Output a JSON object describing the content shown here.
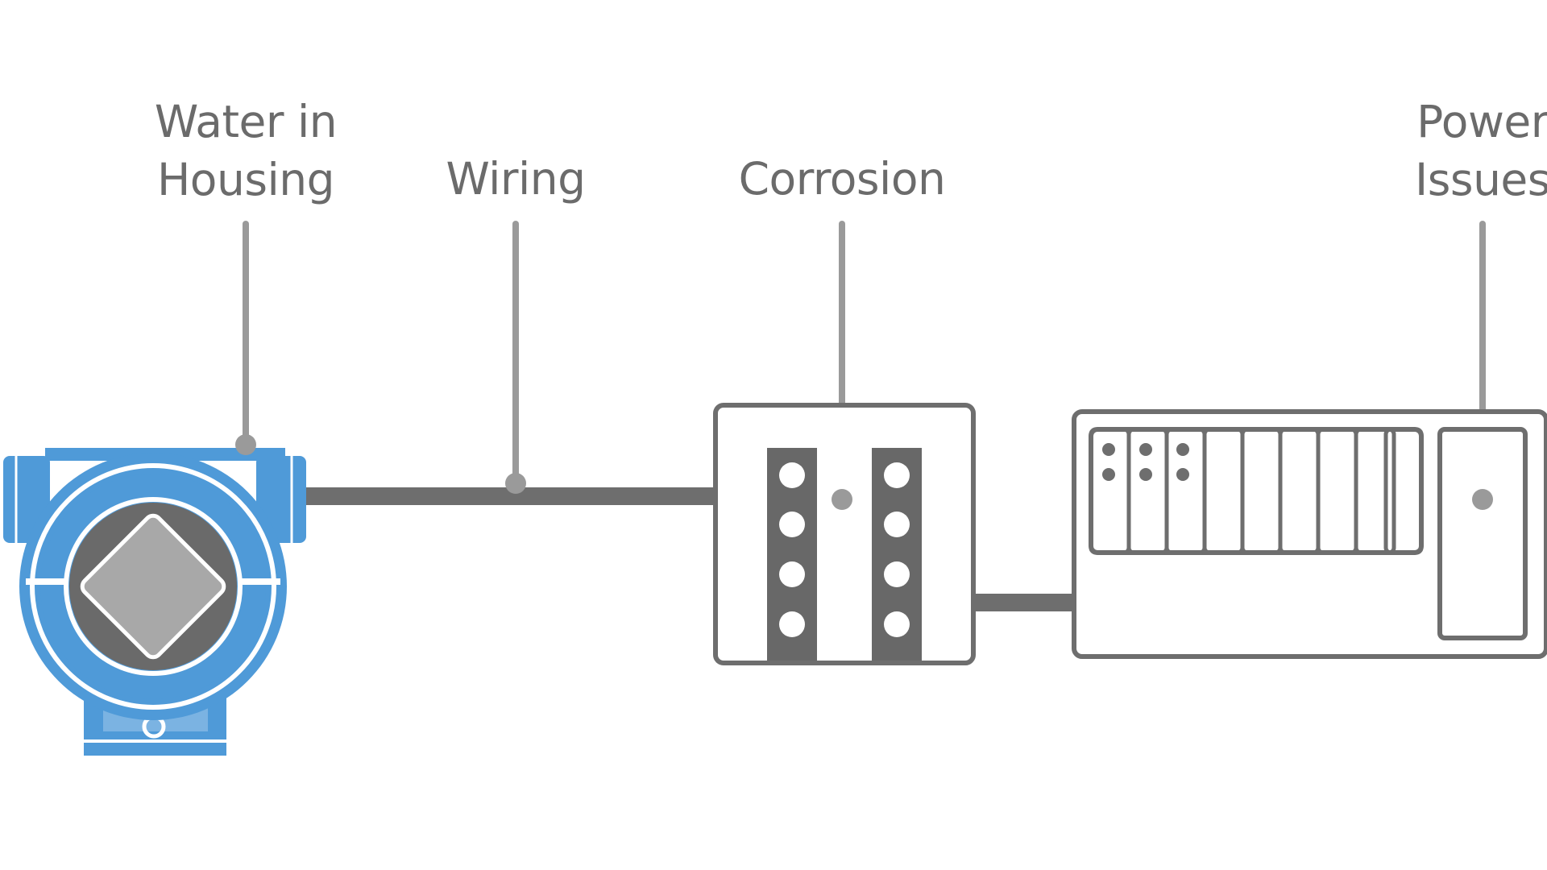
{
  "labels": {
    "water_in_housing": {
      "line1": "Water in",
      "line2": "Housing"
    },
    "wiring": "Wiring",
    "corrosion": "Corrosion",
    "power_issues": {
      "line1": "Power",
      "line2": "Issues"
    }
  },
  "colors": {
    "background": "#ffffff",
    "text": "#6b6b6b",
    "leader_line": "#9a9a9a",
    "cable": "#6e6e6e",
    "outline": "#6e6e6e",
    "terminal": "#686868",
    "transmitter_blue": "#4f9ad8",
    "transmitter_dark": "#6a6a6a",
    "display_gray": "#a8a8a8",
    "thin_wire": "#c8c8c8"
  },
  "icons": {
    "transmitter": "pressure-transmitter-icon",
    "junction_box": "junction-box-icon",
    "control_rack": "control-system-rack-icon"
  }
}
